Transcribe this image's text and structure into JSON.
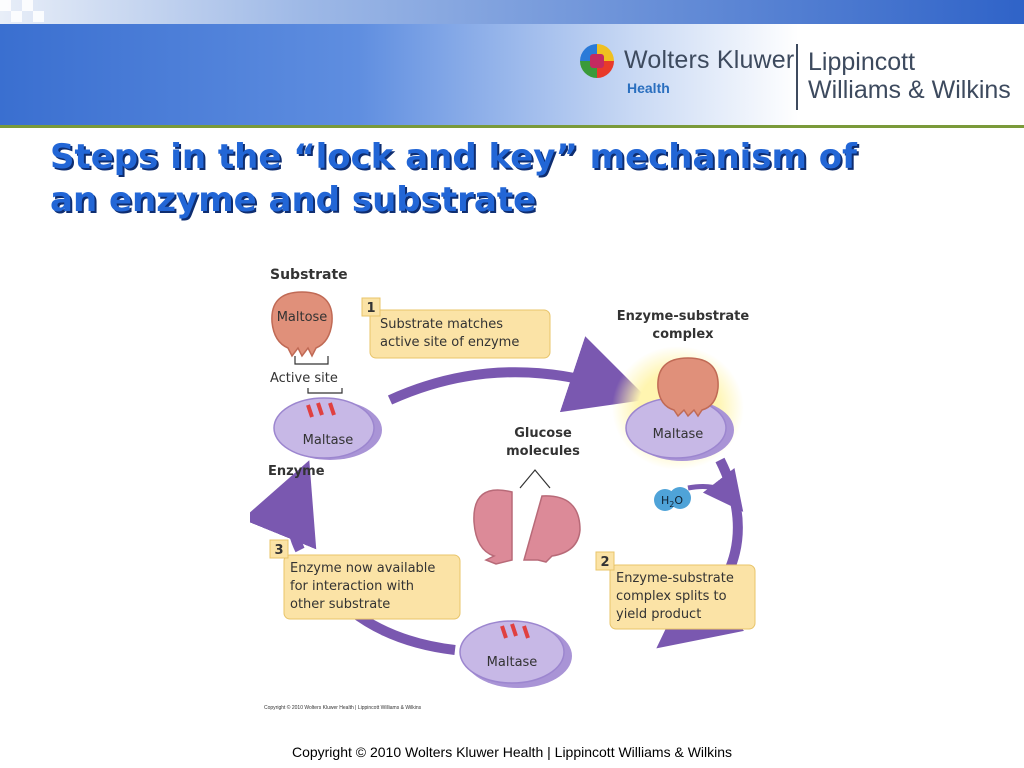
{
  "header": {
    "brand_name": "Wolters Kluwer",
    "brand_sub": "Health",
    "partner_line1": "Lippincott",
    "partner_line2": "Williams & Wilkins"
  },
  "slide": {
    "title_line1": "Steps in the “lock and key” mechanism of",
    "title_line2": "an enzyme and substrate"
  },
  "diagram": {
    "substrate_label": "Substrate",
    "maltose_substrate": "Maltose",
    "active_site_label": "Active site",
    "maltase_top_left": "Maltase",
    "enzyme_label": "Enzyme",
    "complex_label_line1": "Enzyme-substrate",
    "complex_label_line2": "complex",
    "maltase_complex": "Maltase",
    "glucose_label_line1": "Glucose",
    "glucose_label_line2": "molecules",
    "water_label": "H",
    "water_sub": "2",
    "water_o": "O",
    "maltase_bottom": "Maltase",
    "step1_number": "1",
    "step1_line1": "Substrate matches",
    "step1_line2": "active site of enzyme",
    "step2_number": "2",
    "step2_line1": "Enzyme-substrate",
    "step2_line2": "complex splits to",
    "step2_line3": "yield product",
    "step3_number": "3",
    "step3_line1": "Enzyme now available",
    "step3_line2": "for interaction with",
    "step3_line3": "other substrate",
    "figure_copyright": "Copyright © 2010 Wolters Kluwer Health | Lippincott Williams & Wilkins"
  },
  "footer": {
    "copyright": "Copyright © 2010 Wolters Kluwer Health | Lippincott Williams & Wilkins"
  },
  "colors": {
    "title": "#2266d6",
    "arrow": "#7a58b0",
    "enzyme": "#c7b8e6",
    "substrate": "#e0907a",
    "callout": "#fbe3a6"
  }
}
